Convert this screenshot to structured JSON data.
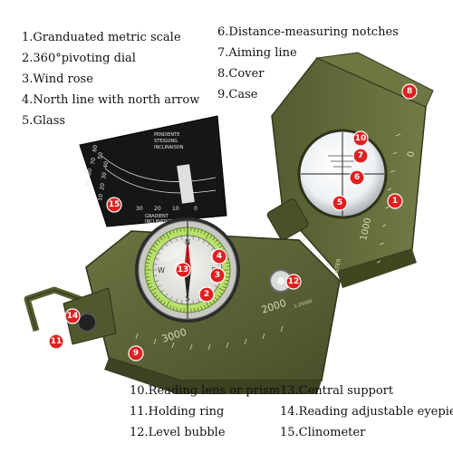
{
  "legend": {
    "left": [
      "1.Granduated metric scale",
      "2.360°pivoting dial",
      "3.Wind rose",
      "4.North line with north arrow",
      "5.Glass"
    ],
    "right": [
      "6.Distance-measuring notches",
      "7.Aiming line",
      "8.Cover",
      "9.Case"
    ],
    "bottom_left": [
      "10.Reading lens or prism",
      "11.Holding ring",
      "12.Level bubble"
    ],
    "bottom_right": [
      "13.Central support",
      "14.Reading adjustable eyepiece",
      "15.Clinometer"
    ]
  },
  "markers": [
    "1",
    "2",
    "3",
    "4",
    "5",
    "6",
    "7",
    "8",
    "9",
    "10",
    "11",
    "12",
    "13",
    "14",
    "15"
  ],
  "ruler": {
    "case_3000": "3000",
    "case_2000": "2000",
    "cover_1000": "1000",
    "cover_0": "0",
    "cover_meter": "METER",
    "case_scale": "1:25000"
  },
  "clinometer": {
    "line1": "PENDIENTE",
    "line2": "STEIGUNG",
    "line3": "INCLINAISON",
    "bottom1": "GRADIENT",
    "bottom2": "INCLINATION",
    "numbers": [
      "10",
      "20",
      "30",
      "40",
      "50",
      "60",
      "70",
      "80",
      "90"
    ],
    "right_numbers": [
      "30",
      "20",
      "10",
      "0"
    ]
  },
  "dial": {
    "north": "N",
    "east": "E",
    "south": "S",
    "west": "W"
  },
  "colors": {
    "body": "#5c6436",
    "body_dark": "#3f4526",
    "marker": "#e02020",
    "dial_ring": "#b8e06a"
  }
}
